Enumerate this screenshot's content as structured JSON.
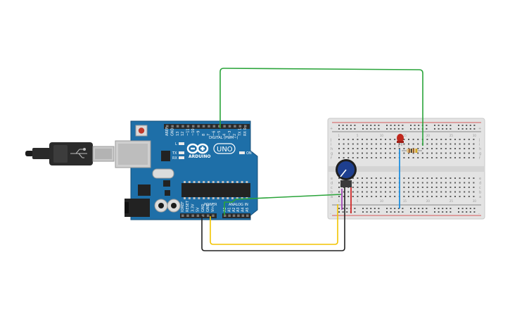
{
  "arduino": {
    "brand": "ARDUINO",
    "model": "UNO",
    "digital_label": "DIGITAL (PWM~)",
    "power_label": "POWER",
    "analog_label": "ANALOG IN",
    "on_label": "ON",
    "l_label": "L",
    "tx_label": "TX",
    "rx_label": "RX",
    "top_pin_labels": [
      "AREF",
      "GND",
      "13",
      "12",
      "~11",
      "~10",
      "~9",
      "8",
      "7",
      "~6",
      "~5",
      "4",
      "~3",
      "2",
      "TX 1",
      "RX 0"
    ],
    "power_pin_labels": [
      "IOREF",
      "RESET",
      "3.3V",
      "5V",
      "GND",
      "GND",
      "Vin"
    ],
    "analog_pin_labels": [
      "A0",
      "A1",
      "A2",
      "A3",
      "A4",
      "A5"
    ]
  },
  "breadboard": {
    "row_letters_top": [
      "j",
      "i",
      "h",
      "g",
      "f"
    ],
    "row_letters_bottom": [
      "e",
      "d",
      "c",
      "b",
      "a"
    ],
    "column_numbers": [
      "1",
      "5",
      "10",
      "15",
      "20",
      "25",
      "30"
    ],
    "rail_plus": "+",
    "rail_minus": "-"
  },
  "components": {
    "usb_cable": "usb-cable",
    "led_color": "#c0281e",
    "potentiometer_knob_color": "#1e3f8f"
  },
  "wires": {
    "green": "#2aa43a",
    "yellow": "#f2c400",
    "black": "#222222",
    "blue": "#1f8fe0",
    "red": "#d22a2a",
    "purple": "#a64ab8"
  }
}
